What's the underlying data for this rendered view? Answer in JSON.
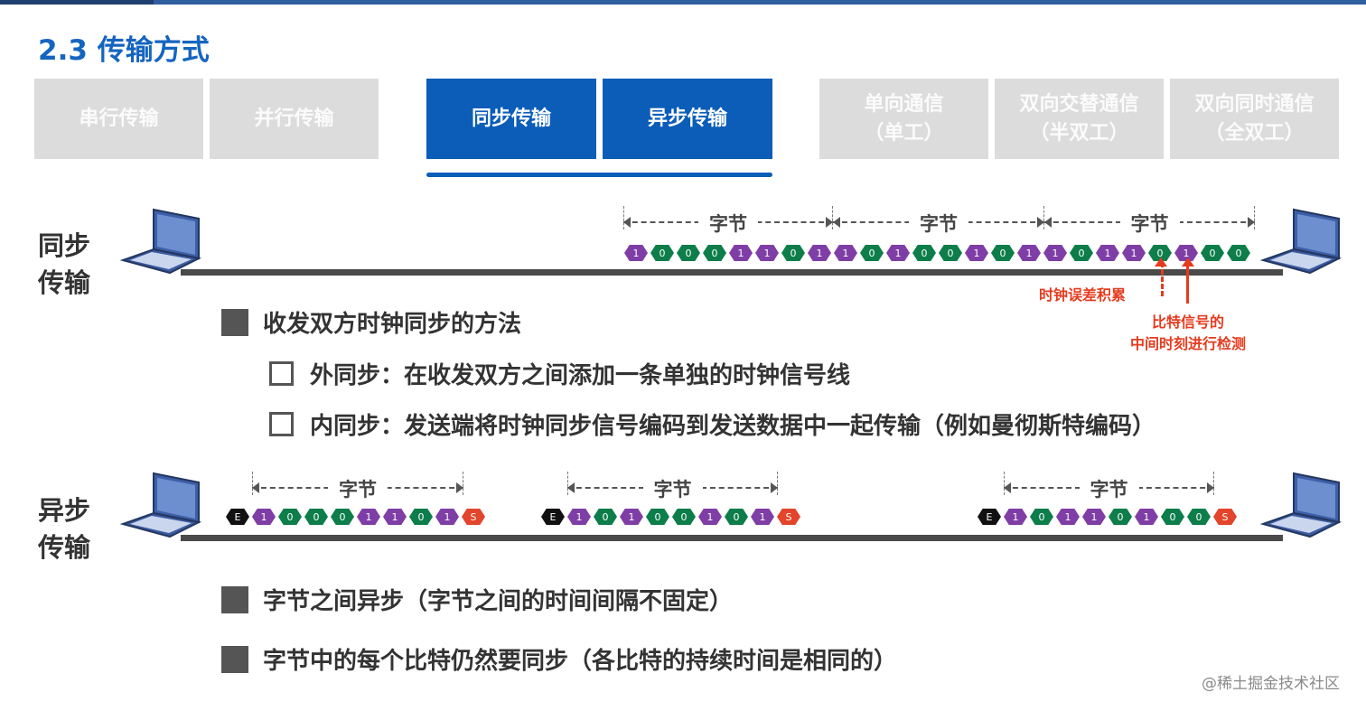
{
  "slide": {
    "title": "2.3 传输方式"
  },
  "tabs": [
    {
      "label": "串行传输",
      "state": "inactive"
    },
    {
      "label": "并行传输",
      "state": "inactive"
    },
    {
      "label": "同步传输",
      "state": "active"
    },
    {
      "label": "异步传输",
      "state": "active"
    },
    {
      "label": "单向通信\n（单工）",
      "state": "inactive"
    },
    {
      "label": "双向交替通信\n（半双工）",
      "state": "inactive"
    },
    {
      "label": "双向同时通信\n（全双工）",
      "state": "inactive"
    }
  ],
  "sync": {
    "label": "同步\n传输",
    "byte_label": "字节",
    "bits": [
      "1",
      "0",
      "0",
      "0",
      "1",
      "1",
      "0",
      "1",
      "1",
      "0",
      "1",
      "0",
      "0",
      "1",
      "0",
      "1",
      "1",
      "0",
      "1",
      "1",
      "0",
      "1",
      "0",
      "0"
    ],
    "annotation_error": "时钟误差积累",
    "annotation_detect": "比特信号的\n中间时刻进行检测",
    "heading": "收发双方时钟同步的方法",
    "items": [
      "外同步：在收发双方之间添加一条单独的时钟信号线",
      "内同步：发送端将时钟同步信号编码到发送数据中一起传输（例如曼彻斯特编码）"
    ]
  },
  "async": {
    "label": "异步\n传输",
    "byte_label": "字节",
    "start_bit": "E",
    "stop_bit": "S",
    "frames": [
      [
        "1",
        "0",
        "0",
        "0",
        "1",
        "1",
        "0",
        "1"
      ],
      [
        "1",
        "0",
        "1",
        "0",
        "0",
        "1",
        "0",
        "1"
      ],
      [
        "1",
        "0",
        "1",
        "1",
        "0",
        "1",
        "0",
        "0"
      ]
    ],
    "items": [
      "字节之间异步（字节之间的时间间隔不固定）",
      "字节中的每个比特仍然要同步（各比特的持续时间是相同的）"
    ]
  },
  "colors": {
    "accent": "#0b5db8",
    "bit_one": "#7e3ea6",
    "bit_zero": "#0d7d4a",
    "start": "#111111",
    "stop": "#e2452b",
    "annotation": "#e53b1e"
  },
  "watermark": "@稀土掘金技术社区"
}
